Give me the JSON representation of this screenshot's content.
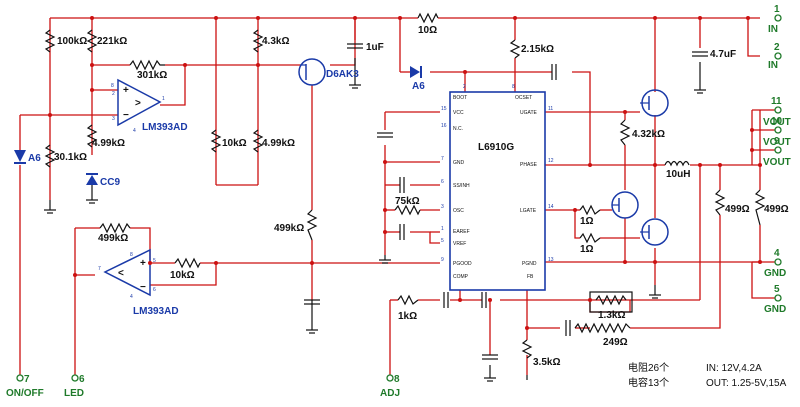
{
  "components": {
    "r_top": "10Ω",
    "c_in1": "1uF",
    "c_in2": "4.7uF",
    "r_100k": "100kΩ",
    "r_221k": "221kΩ",
    "r_301k": "301kΩ",
    "r_4k3": "4.3kΩ",
    "r_4k99a": "4.99kΩ",
    "r_30k1": "30.1kΩ",
    "r_10k": "10kΩ",
    "r_4k99b": "4.99kΩ",
    "r_2k15": "2.15kΩ",
    "r_4k32": "4.32kΩ",
    "r_499k_fb": "499kΩ",
    "r_10k_b": "10kΩ",
    "r_499k": "499kΩ",
    "r_75k": "75kΩ",
    "r_1a": "1Ω",
    "r_1b": "1Ω",
    "r_499a": "499Ω",
    "r_499b": "499Ω",
    "r_1k": "1kΩ",
    "r_1k3": "1.3kΩ",
    "r_249": "249Ω",
    "r_3k5": "3.5kΩ",
    "l_out": "10uH",
    "q_d6ak3": "D6AK3",
    "d_a6_top": "A6",
    "d_a6_left": "A6",
    "z_cc9": "CC9",
    "u_cmp1": "LM393AD",
    "u_cmp2": "LM393AD",
    "u_ctrl": "L6910G"
  },
  "ic_pins": {
    "boot": "BOOT",
    "ocset": "OCSET",
    "vcc": "VCC",
    "nc": "N.C.",
    "gnd": "GND",
    "ss": "SS/INH",
    "osc": "OSC",
    "earef": "EAREF",
    "vref": "VREF",
    "pgood": "PGOOD",
    "comp": "COMP",
    "ugate": "UGATE",
    "phase": "PHASE",
    "lgate": "LGATE",
    "pgnd": "PGND",
    "fb": "FB",
    "n15": "15",
    "n16": "16",
    "n7": "7",
    "n6": "6",
    "n3": "3",
    "n1": "1",
    "n5": "5",
    "n9": "9",
    "n2": "2",
    "n8": "8",
    "n11": "11",
    "n12": "12",
    "n14": "14",
    "n13": "13"
  },
  "comp_pins": {
    "c1_8": "8",
    "c1_2": "2",
    "c1_3": "3",
    "c1_1": "1",
    "c1_4": "4",
    "c2_5": "5",
    "c2_6": "6",
    "c2_7": "7",
    "c2_8": "8",
    "c2_4": "4"
  },
  "ports": {
    "in1_num": "1",
    "in1_label": "IN",
    "in2_num": "2",
    "in2_label": "IN",
    "vout11_num": "11",
    "vout11_label": "VOUT",
    "vout10_num": "10",
    "vout10_label": "VOUT",
    "vout9_num": "9",
    "vout9_label": "VOUT",
    "gnd4_num": "4",
    "gnd4_label": "GND",
    "gnd5_num": "5",
    "gnd5_label": "GND",
    "onoff_num": "7",
    "onoff_label": "ON/OFF",
    "led_num": "6",
    "led_label": "LED",
    "adj_num": "8",
    "adj_label": "ADJ"
  },
  "notes": {
    "resistors": "电阻26个",
    "capacitors": "电容13个",
    "input_spec": "IN: 12V,4.2A",
    "output_spec": "OUT: 1.25-5V,15A"
  },
  "colors": {
    "wire": "#cc1111",
    "ground": "#111111",
    "part": "#1a3aa8",
    "port": "#1f7a2a"
  }
}
